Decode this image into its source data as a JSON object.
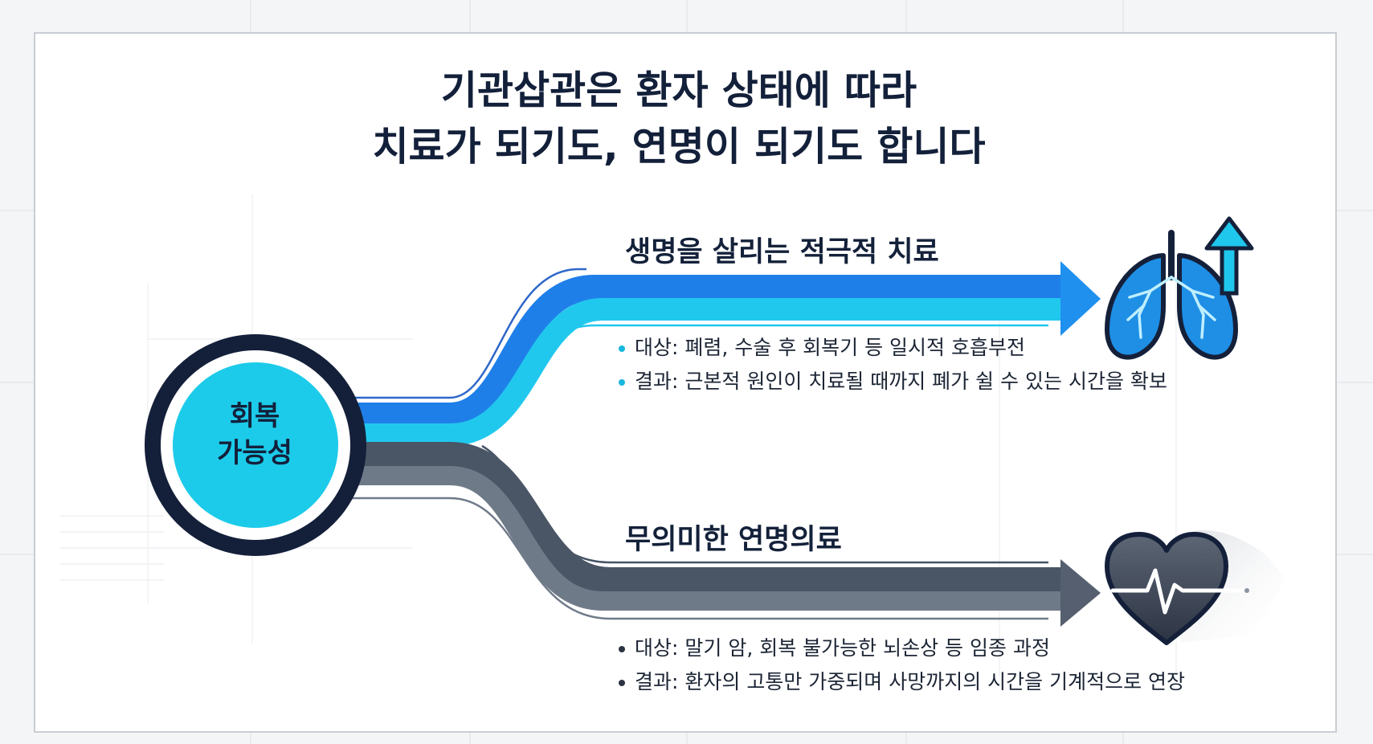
{
  "title": {
    "line1": "기관삽관은 환자 상태에 따라",
    "line2": "치료가 되기도, 연명이 되기도 합니다"
  },
  "origin": {
    "line1": "회복",
    "line2": "가능성"
  },
  "branches": [
    {
      "title": "생명을 살리는 적극적 치료",
      "icon": "lungs-with-up-arrow-icon",
      "bullets": [
        "대상: 폐렴, 수술 후 회복기 등 일시적 호흡부전",
        "결과: 근본적 원인이 치료될 때까지 폐가 쉴 수 있는 시간을 확보"
      ]
    },
    {
      "title": "무의미한 연명의료",
      "icon": "heart-with-ecg-icon",
      "bullets": [
        "대상: 말기 암, 회복 불가능한 뇌손상 등 임종 과정",
        "결과: 환자의 고통만 가중되며 사망까지의 시간을 기계적으로 연장"
      ]
    }
  ],
  "colors": {
    "title": "#13203a",
    "blue_dark": "#1f7fe8",
    "cyan": "#1ec7ec",
    "gray_dark": "#465366",
    "gray_light": "#6f7a89",
    "circle_ring": "#14203a"
  }
}
